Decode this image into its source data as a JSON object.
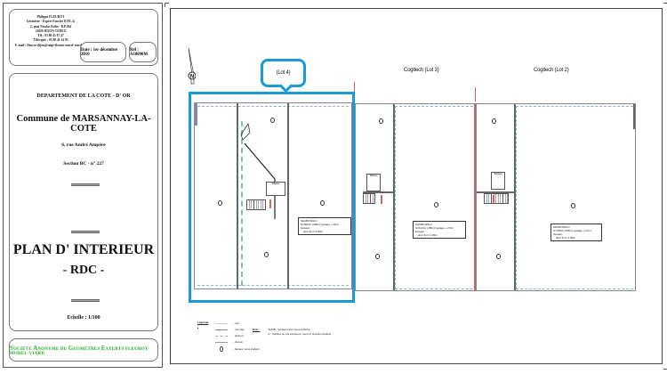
{
  "cartouche": {
    "author": {
      "lines": [
        "Philippe FLEUROT",
        "Géomètre - Expert Foncier D.P.L.G",
        "2, quai Nicolas Rolin - B.P.204",
        "21009 DIJON CEDEX",
        "Tél : 03 80 41 87 47",
        "Télécopie : 03 80 41 14 93",
        "E-mail : fleurot-dijon@saige-fleurot-morel-viard.com"
      ]
    },
    "date": "Date : 1er décembre 2010",
    "ref": "Réf : A10090M",
    "department": "DEPARTEMENT DE LA COTE - D' OR",
    "commune": "Commune de MARSANNAY-LA-COTE",
    "address": "6, rue André Ampère",
    "section": "Section BC - n° 227",
    "plan_title": "PLAN D' INTERIEUR",
    "level": "- RDC -",
    "scale": "Echelle : 1/100",
    "company": {
      "parts": [
        {
          "initial": "S",
          "rest": "OCIETE "
        },
        {
          "initial": "A",
          "rest": "NONYME DE "
        },
        {
          "initial": "G",
          "rest": "EOMETRES "
        },
        {
          "initial": "E",
          "rest": "XPERTS "
        }
      ],
      "suffix": "FLEUROT-MOREL-VIARD"
    }
  },
  "drawing": {
    "lots": [
      {
        "label": "(Lot 4)",
        "highlighted": true
      },
      {
        "label": "Cogitech (Lot 3)",
        "highlighted": false
      },
      {
        "label": "Cogitech (Lot 2)",
        "highlighted": false
      }
    ],
    "area_boxes": [
      {
        "line1": "SHOB=602m²",
        "line2": "S=600m² (300m² garage + 21m² bureau)",
        "line3": "dont 3m²<1.80m"
      },
      {
        "line1": "SHOB=420m²",
        "line2": "S=413m² (186m² garage + 27m² bureau)",
        "line3": "dont 3m²<1.80m"
      },
      {
        "line1": "SHOB=801m²",
        "line2": "S=789m² (500m² garage + 27m² bureau)",
        "line3": "dont 3m²<1.80m"
      }
    ],
    "wc_label": "Toilettes",
    "north_label": "N",
    "legend": {
      "title": "Légende :",
      "items": [
        {
          "label": "- mur",
          "color": "#aaaaaa",
          "style": "solid"
        },
        {
          "label": "- mur bas",
          "color": "#888888",
          "style": "solid"
        },
        {
          "label": "- plafond",
          "color": "#7bbfc4",
          "style": "dashed"
        },
        {
          "label": "- cloison",
          "color": "#999999",
          "style": "solid"
        },
        {
          "label": "- hauteur sous plafond",
          "color": "#333333",
          "style": "symbol"
        }
      ]
    },
    "notes": {
      "title": "Note :",
      "lines": [
        "SHOB : Surface Hors Oeuvre Brute",
        "S : Surface au sol intérieure, murs et cloisons déduits"
      ]
    }
  },
  "colors": {
    "highlight": "#1a9ad6",
    "company_green": "#22b822",
    "separation_wall": "#cc6666",
    "ceiling_dash": "#7bbfc4"
  }
}
